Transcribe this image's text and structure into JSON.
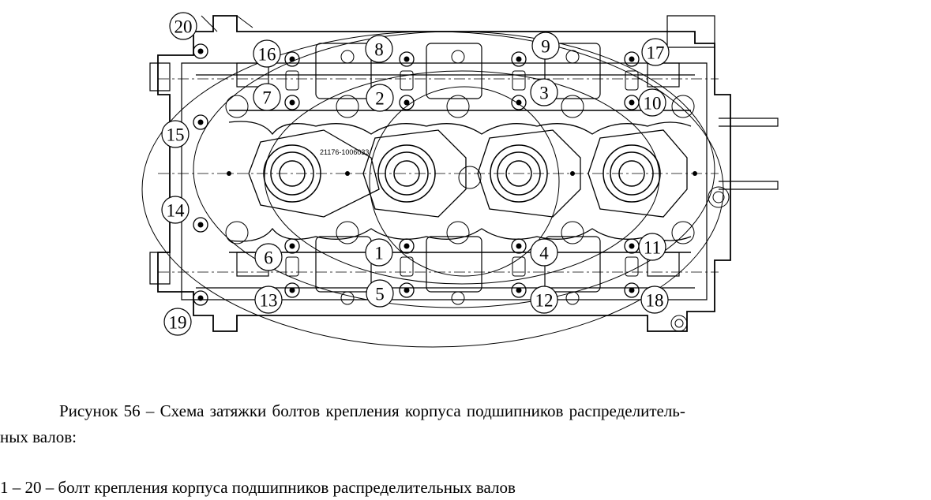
{
  "figure": {
    "part_marking": "21176-1006033",
    "bolt_labels": [
      "1",
      "2",
      "3",
      "4",
      "5",
      "6",
      "7",
      "8",
      "9",
      "10",
      "11",
      "12",
      "13",
      "14",
      "15",
      "16",
      "17",
      "18",
      "19",
      "20"
    ]
  },
  "caption": {
    "line1": "Рисунок 56 – Схема затяжки болтов крепления корпуса подшипников распределитель-",
    "line2": "ных валов:",
    "legend": "1 – 20 – болт крепления корпуса подшипников распределительных валов"
  }
}
